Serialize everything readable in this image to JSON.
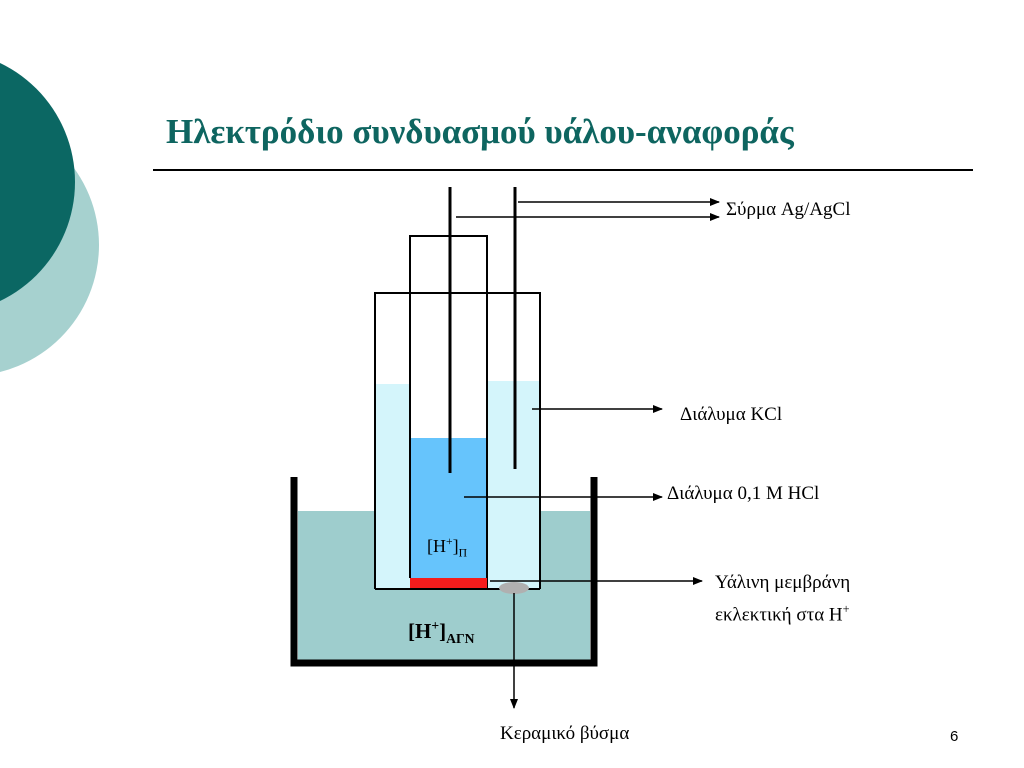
{
  "slide": {
    "title": "Ηλεκτρόδιο συνδυασμού υάλου-αναφοράς",
    "page_number": "6"
  },
  "diagram": {
    "labels": {
      "wire": "Σύρμα Ag/AgCl",
      "kcl_solution": "Διάλυμα KCl",
      "hcl_solution": "Διάλυμα 0,1 M HCl",
      "membrane_line1": "Υάλινη μεμβράνη",
      "membrane_line2": "εκλεκτική στα H",
      "membrane_sup": "+",
      "ceramic_plug": "Κεραμικό βύσμα"
    },
    "inner_ion": {
      "open": "[H",
      "sup": "+",
      "close": "]",
      "sub": "Π"
    },
    "outer_ion": {
      "open": "[H",
      "sup": "+",
      "close": "]",
      "sub": "ΑΓΝ"
    }
  },
  "colors": {
    "title": "#0e6560",
    "dark_teal_circle": "#0b6763",
    "light_teal_circle": "#a6d1cf",
    "beaker_liquid": "#9ecdcd",
    "kcl_liquid": "#d4f5fb",
    "hcl_liquid": "#66c4fc",
    "membrane": "#f41c1c",
    "ceramic_plug": "#b0b0b0"
  }
}
